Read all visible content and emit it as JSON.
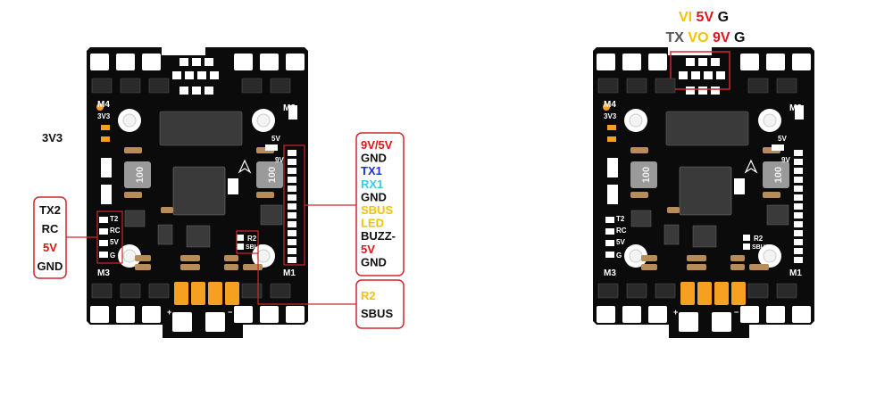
{
  "colors": {
    "board": "#0b0b0b",
    "pad": "#ffffff",
    "chip": "#2a2a2a",
    "orange_pad": "#f5a020",
    "callout_red": "#d0262c",
    "black_text": "#111111",
    "yellow_text": "#f2c300",
    "red_text": "#e0141a",
    "blue_text": "#1e2ed8",
    "cyan_text": "#3ec8e8",
    "gray_text": "#555555"
  },
  "top_label": "3V3",
  "left_board": {
    "silk": {
      "m4": "M4",
      "m2": "M2",
      "m3": "M3",
      "m1": "M1",
      "v33": "3V3",
      "v5": "5V",
      "v9": "9V",
      "t2": "T2",
      "rc": "RC",
      "v5b": "5V",
      "g": "G",
      "r2": "R2",
      "sbus": "SBUS",
      "ind_left": "100",
      "ind_right": "100",
      "plus": "+",
      "minus": "−"
    }
  },
  "right_board": {
    "silk": {
      "m4": "M4",
      "m2": "M2",
      "m3": "M3",
      "m1": "M1",
      "v33": "3V3",
      "v5": "5V",
      "v9": "9V",
      "t2": "T2",
      "rc": "RC",
      "v5b": "5V",
      "g": "G",
      "r2": "R2",
      "sbus": "SBUS",
      "ind_left": "100",
      "ind_right": "100",
      "plus": "+",
      "minus": "−"
    }
  },
  "left_callout": {
    "items": [
      {
        "text": "TX2",
        "color": "#111111"
      },
      {
        "text": "RC",
        "color": "#111111"
      },
      {
        "text": "5V",
        "color": "#e0141a"
      },
      {
        "text": "GND",
        "color": "#111111"
      }
    ]
  },
  "right_callout": {
    "items": [
      {
        "text": "9V/5V",
        "color": "#e0141a"
      },
      {
        "text": "GND",
        "color": "#111111"
      },
      {
        "text": "TX1",
        "color": "#1e2ed8"
      },
      {
        "text": "RX1",
        "color": "#3ec8e8"
      },
      {
        "text": "GND",
        "color": "#111111"
      },
      {
        "text": "SBUS",
        "color": "#f2c300"
      },
      {
        "text": "LED",
        "color": "#f2c300"
      },
      {
        "text": "BUZZ-",
        "color": "#111111"
      },
      {
        "text": "5V",
        "color": "#e0141a"
      },
      {
        "text": "GND",
        "color": "#111111"
      }
    ]
  },
  "sbus_callout": {
    "items": [
      {
        "text": "R2",
        "color": "#f2c300"
      },
      {
        "text": "SBUS",
        "color": "#111111"
      }
    ]
  },
  "vtx_header": {
    "row1": [
      {
        "text": "VI",
        "color": "#f2c300"
      },
      {
        "text": "5V",
        "color": "#e0141a"
      },
      {
        "text": "G",
        "color": "#111111"
      }
    ],
    "row2": [
      {
        "text": "TX",
        "color": "#555555"
      },
      {
        "text": "VO",
        "color": "#f2c300"
      },
      {
        "text": "9V",
        "color": "#e0141a"
      },
      {
        "text": "G",
        "color": "#111111"
      }
    ]
  }
}
